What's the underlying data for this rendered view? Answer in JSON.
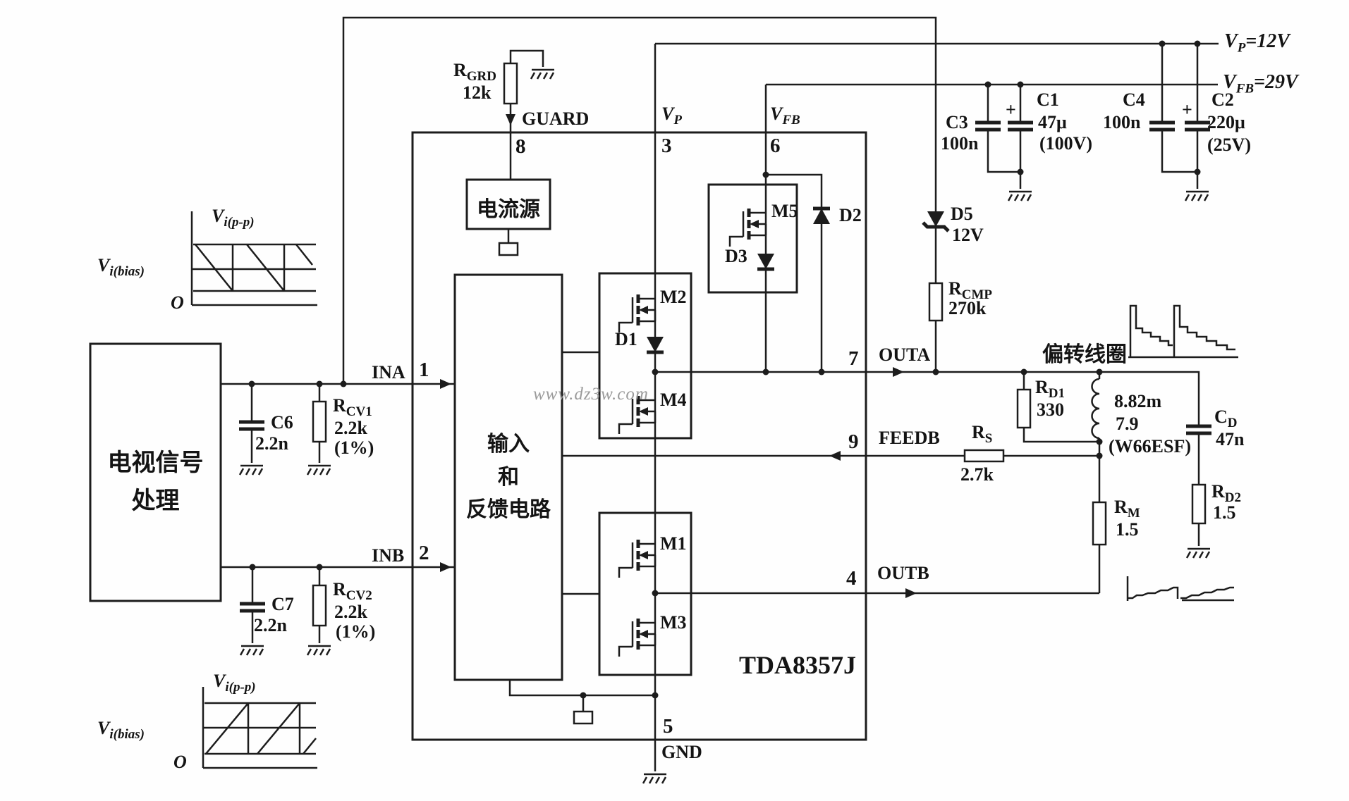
{
  "watermark": "www.dz3w.com",
  "wave": {
    "v": "V",
    "pp_sub": "i(p-p)",
    "bias_sub": "i(bias)",
    "origin": "O"
  },
  "blocks": {
    "tv1": "电视信号",
    "tv2": "处理",
    "input1": "输入",
    "input2": "和",
    "input3": "反馈电路",
    "current_source": "电流源",
    "ic": "TDA8357J",
    "coil": "偏转线圈"
  },
  "pins": {
    "p1": "1",
    "p2": "2",
    "p3": "3",
    "p4": "4",
    "p5": "5",
    "p6": "6",
    "p7": "7",
    "p8": "8",
    "p9": "9"
  },
  "ports": {
    "ina": "INA",
    "inb": "INB",
    "outa": "OUTA",
    "outb": "OUTB",
    "feedb": "FEEDB",
    "guard": "GUARD",
    "gnd": "GND",
    "vp_sym": "V",
    "vp_sub": "P",
    "vfb_sym": "V",
    "vfb_sub": "FB"
  },
  "rails": {
    "vp_sym": "V",
    "vp_sub": "P",
    "vp_val": "=12V",
    "vfb_sym": "V",
    "vfb_sub": "FB",
    "vfb_val": "=29V"
  },
  "resistors": {
    "rgrd": {
      "sym": "R",
      "sub": "GRD",
      "val": "12k"
    },
    "rcv1": {
      "sym": "R",
      "sub": "CV1",
      "val": "2.2k",
      "tol": "(1%)"
    },
    "rcv2": {
      "sym": "R",
      "sub": "CV2",
      "val": "2.2k",
      "tol": "(1%)"
    },
    "rcmp": {
      "sym": "R",
      "sub": "CMP",
      "val": "270k"
    },
    "rs": {
      "sym": "R",
      "sub": "S",
      "val": "2.7k"
    },
    "rd1": {
      "sym": "R",
      "sub": "D1",
      "val": "330"
    },
    "rd2": {
      "sym": "R",
      "sub": "D2",
      "val": "1.5"
    },
    "rm": {
      "sym": "R",
      "sub": "M",
      "val": "1.5"
    }
  },
  "capacitors": {
    "c1": {
      "name": "C1",
      "val": "47μ",
      "volt": "(100V)",
      "plus": "+"
    },
    "c2": {
      "name": "C2",
      "val": "220μ",
      "volt": "(25V)",
      "plus": "+"
    },
    "c3": {
      "name": "C3",
      "val": "100n"
    },
    "c4": {
      "name": "C4",
      "val": "100n"
    },
    "c6": {
      "name": "C6",
      "val": "2.2n"
    },
    "c7": {
      "name": "C7",
      "val": "2.2n"
    },
    "cd": {
      "sym": "C",
      "sub": "D",
      "val": "47n"
    }
  },
  "semis": {
    "m1": "M1",
    "m2": "M2",
    "m3": "M3",
    "m4": "M4",
    "m5": "M5",
    "d1": "D1",
    "d2": "D2",
    "d3": "D3",
    "d5": "D5",
    "d5_val": "12V"
  },
  "coil_specs": {
    "l1": "8.82m",
    "l2": "7.9",
    "l3": "(W66ESF)"
  }
}
